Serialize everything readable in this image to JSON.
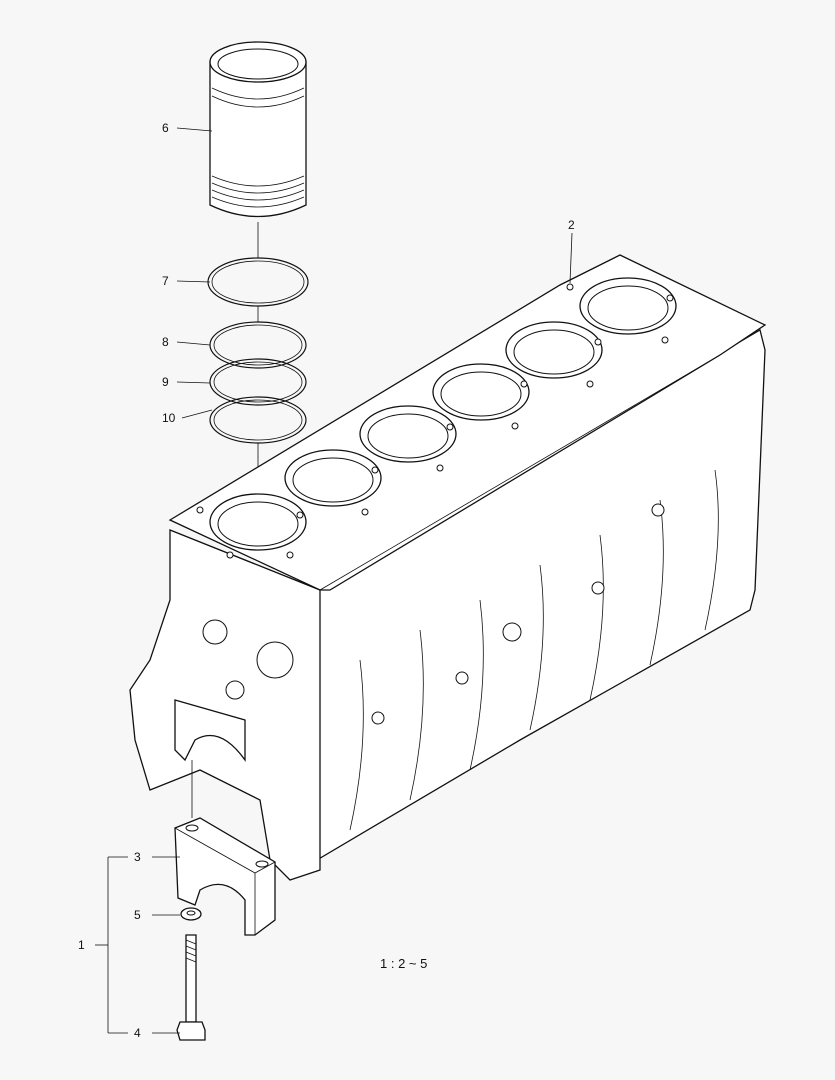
{
  "callouts": {
    "c1": "1",
    "c2": "2",
    "c3": "3",
    "c4": "4",
    "c5": "5",
    "c6": "6",
    "c7": "7",
    "c8": "8",
    "c9": "9",
    "c10": "10"
  },
  "scale_note": "1 : 2 ~ 5"
}
